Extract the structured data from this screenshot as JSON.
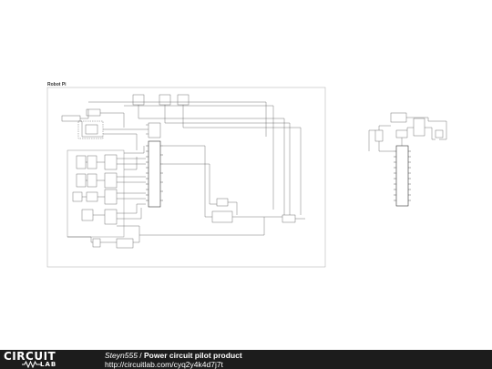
{
  "schematic": {
    "region_label": "Robot Pi"
  },
  "footer": {
    "logo_top": "CIRCUIT",
    "logo_bottom": "LAB",
    "author": "Steyn555",
    "separator": " / ",
    "title": "Power circuit pilot product",
    "url": "http://circuitlab.com/cyq2y4k4d7j7t"
  }
}
